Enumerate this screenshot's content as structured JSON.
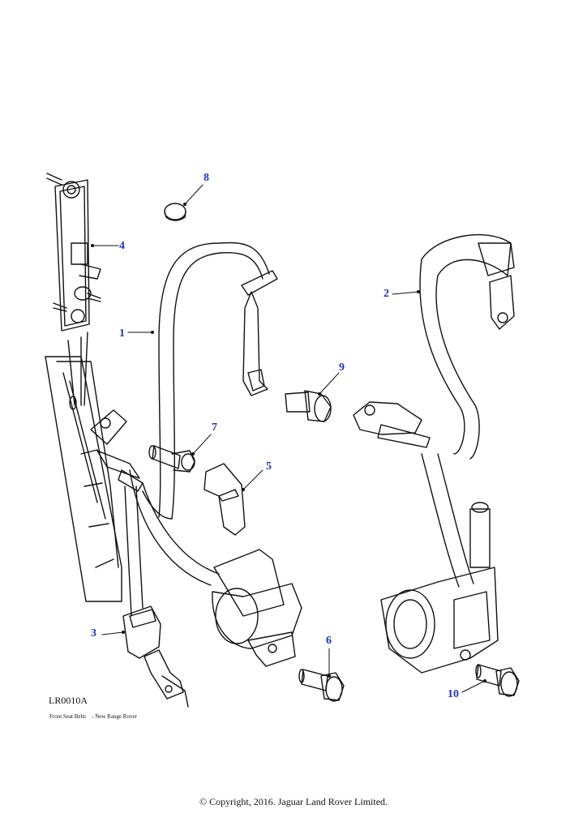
{
  "diagram": {
    "reference_code": "LR0010A",
    "caption_title": "Front Seat Belts",
    "caption_model": "- New Range Rover",
    "copyright": "© Copyright, 2016. Jaguar Land Rover Limited.",
    "callout_color": "#1f33c8",
    "callouts": [
      "1",
      "2",
      "3",
      "4",
      "5",
      "6",
      "7",
      "8",
      "9",
      "10"
    ]
  }
}
